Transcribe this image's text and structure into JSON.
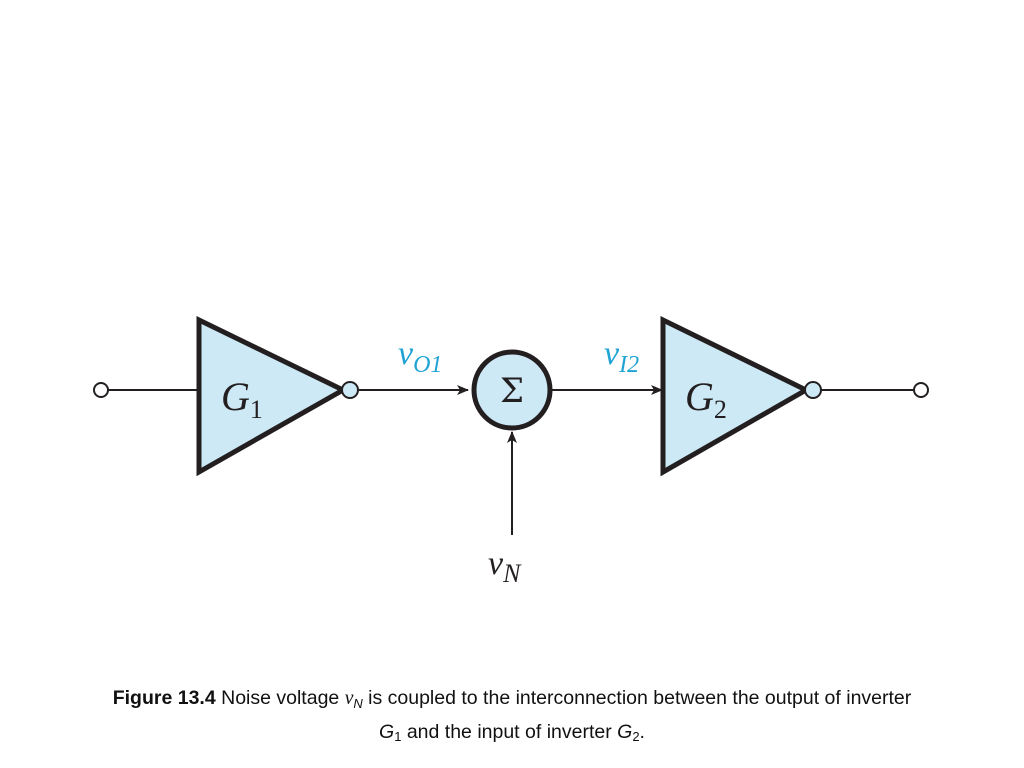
{
  "colors": {
    "fill": "#cde9f6",
    "stroke": "#231f20",
    "accent": "#1ea3d4"
  },
  "gates": [
    {
      "main": "G",
      "sub": "1"
    },
    {
      "main": "G",
      "sub": "2"
    }
  ],
  "summer": {
    "symbol": "Σ"
  },
  "signals": {
    "vo1": {
      "main": "v",
      "sub": "O1"
    },
    "vi2": {
      "main": "v",
      "sub": "I2"
    },
    "vn": {
      "main": "v",
      "sub": "N"
    }
  },
  "caption": {
    "label": "Figure 13.4",
    "part1": " Noise voltage ",
    "v_main": "v",
    "v_sub": "N",
    "part2": " is coupled to the interconnection between the output of inverter",
    "g1_main": "G",
    "g1_sub": "1",
    "part3": " and the input of inverter ",
    "g2_main": "G",
    "g2_sub": "2",
    "part4": "."
  }
}
